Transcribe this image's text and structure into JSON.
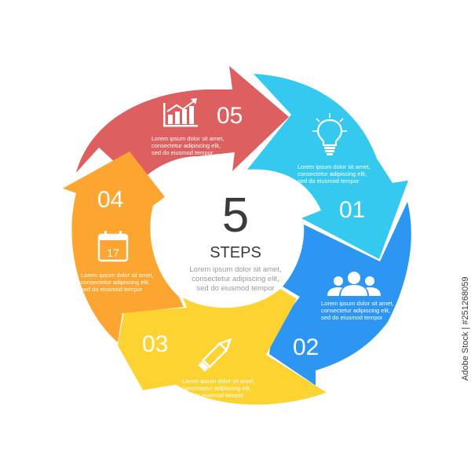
{
  "center": {
    "number": "5",
    "title": "STEPS",
    "desc": [
      "Lorem ipsum dolor sit amet,",
      "consectetur adipiscing elit,",
      "sed do eiusmod tempor"
    ]
  },
  "steps": [
    {
      "number": "01",
      "color": "#36c9f0",
      "icon": "lightbulb-icon",
      "desc": [
        "Lorem ipsum dolor sit amet,",
        "consectetur adipiscing elit,",
        "sed do eiusmod tempor"
      ]
    },
    {
      "number": "02",
      "color": "#2d96f3",
      "icon": "people-icon",
      "desc": [
        "Lorem ipsum dolor sit amet,",
        "consectetur adipiscing elit,",
        "sed do eiusmod tempor"
      ]
    },
    {
      "number": "03",
      "color": "#fdd331",
      "icon": "pencil-icon",
      "desc": [
        "Lorem ipsum dolor sit amet,",
        "consectetur adipiscing elit,",
        "sed do eiusmod tempor"
      ]
    },
    {
      "number": "04",
      "color": "#fca531",
      "icon": "calendar-icon",
      "calendar_day": "17",
      "desc": [
        "Lorem ipsum dolor sit amet,",
        "consectetur adipiscing elit,",
        "sed do eiusmod tempor"
      ]
    },
    {
      "number": "05",
      "color": "#de5f60",
      "icon": "chart-icon",
      "desc": [
        "Lorem ipsum dolor sit amet,",
        "consectetur adipiscing elit,",
        "sed do eiusmod tempor"
      ]
    }
  ],
  "side_text": "Adobe Stock | #251268059"
}
